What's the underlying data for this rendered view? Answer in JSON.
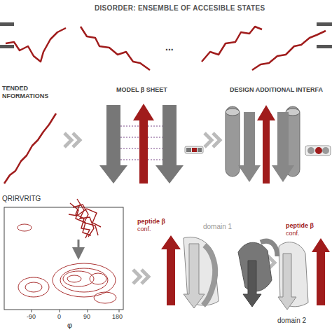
{
  "diagram": {
    "title": "DISORDER: ENSEMBLE OF ACCESIBLE STATES",
    "labels": [
      "...",
      "TENDED",
      "NFORMATIONS",
      "MODEL β SHEET",
      "DESIGN ADDITIONAL INTERFA",
      "QRIRVRITG",
      "-90",
      "0",
      "90",
      "180",
      "φ",
      "peptide β",
      "conf.",
      "domain 1",
      "peptide β",
      "conf.",
      "domain 2"
    ]
  }
}
